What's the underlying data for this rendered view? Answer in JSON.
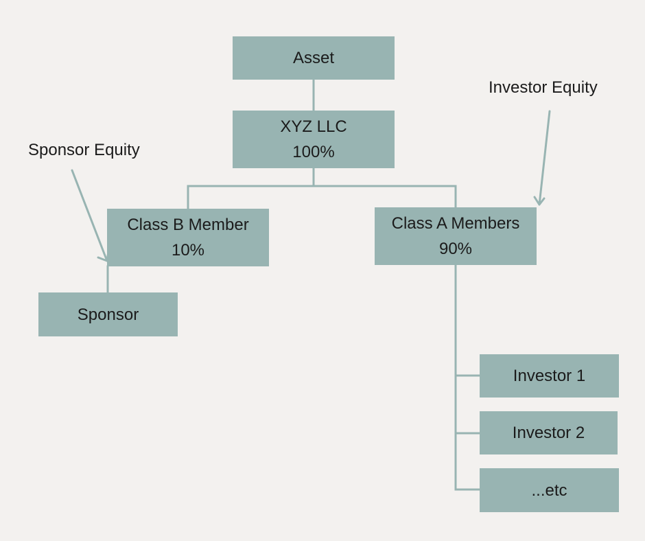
{
  "colors": {
    "background": "#f3f1ef",
    "box_fill": "#98b4b2",
    "connector": "#98b4b2",
    "text": "#1b1b1b"
  },
  "nodes": {
    "asset": {
      "line1": "Asset"
    },
    "xyz_llc": {
      "line1": "XYZ LLC",
      "line2": "100%"
    },
    "class_b": {
      "line1": "Class B Member",
      "line2": "10%"
    },
    "class_a": {
      "line1": "Class A Members",
      "line2": "90%"
    },
    "sponsor": {
      "line1": "Sponsor"
    },
    "investor_1": {
      "line1": "Investor 1"
    },
    "investor_2": {
      "line1": "Investor 2"
    },
    "etc": {
      "line1": "...etc"
    }
  },
  "annotations": {
    "sponsor_equity": "Sponsor Equity",
    "investor_equity": "Investor Equity"
  }
}
